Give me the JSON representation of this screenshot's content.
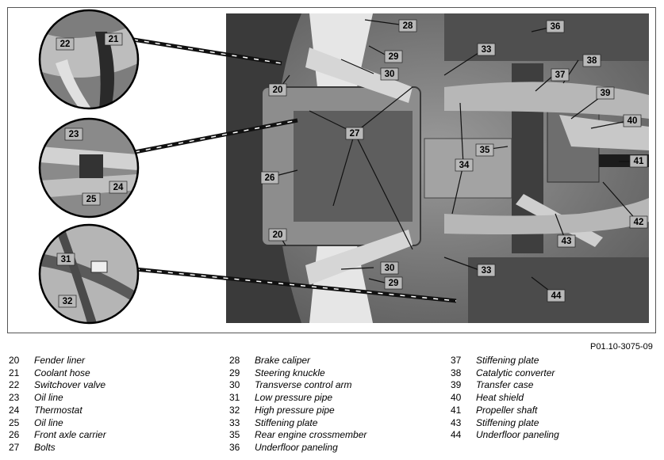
{
  "figure_ref": "P01.10-3075-09",
  "callout_labels": {
    "c20a": "20",
    "c20b": "20",
    "c21": "21",
    "c22": "22",
    "c23": "23",
    "c24": "24",
    "c25": "25",
    "c26": "26",
    "c27": "27",
    "c28": "28",
    "c29a": "29",
    "c29b": "29",
    "c30a": "30",
    "c30b": "30",
    "c31": "31",
    "c32": "32",
    "c33a": "33",
    "c33b": "33",
    "c34": "34",
    "c35": "35",
    "c36": "36",
    "c37": "37",
    "c38": "38",
    "c39": "39",
    "c40": "40",
    "c41": "41",
    "c42": "42",
    "c43": "43",
    "c44": "44"
  },
  "legend": {
    "col1": [
      {
        "num": "20",
        "label": "Fender liner"
      },
      {
        "num": "21",
        "label": "Coolant hose"
      },
      {
        "num": "22",
        "label": "Switchover valve"
      },
      {
        "num": "23",
        "label": "Oil line"
      },
      {
        "num": "24",
        "label": "Thermostat"
      },
      {
        "num": "25",
        "label": "Oil line"
      },
      {
        "num": "26",
        "label": "Front axle carrier"
      },
      {
        "num": "27",
        "label": "Bolts"
      }
    ],
    "col2": [
      {
        "num": "28",
        "label": "Brake caliper"
      },
      {
        "num": "29",
        "label": "Steering knuckle"
      },
      {
        "num": "30",
        "label": "Transverse control arm"
      },
      {
        "num": "31",
        "label": "Low pressure pipe"
      },
      {
        "num": "32",
        "label": "High pressure pipe"
      },
      {
        "num": "33",
        "label": "Stiffening plate"
      },
      {
        "num": "35",
        "label": "Rear engine crossmember"
      },
      {
        "num": "36",
        "label": "Underfloor paneling"
      }
    ],
    "col3": [
      {
        "num": "37",
        "label": "Stiffening plate"
      },
      {
        "num": "38",
        "label": "Catalytic converter"
      },
      {
        "num": "39",
        "label": "Transfer case"
      },
      {
        "num": "40",
        "label": "Heat shield"
      },
      {
        "num": "41",
        "label": "Propeller shaft"
      },
      {
        "num": "43",
        "label": "Stiffening plate"
      },
      {
        "num": "44",
        "label": "Underfloor paneling"
      }
    ]
  }
}
